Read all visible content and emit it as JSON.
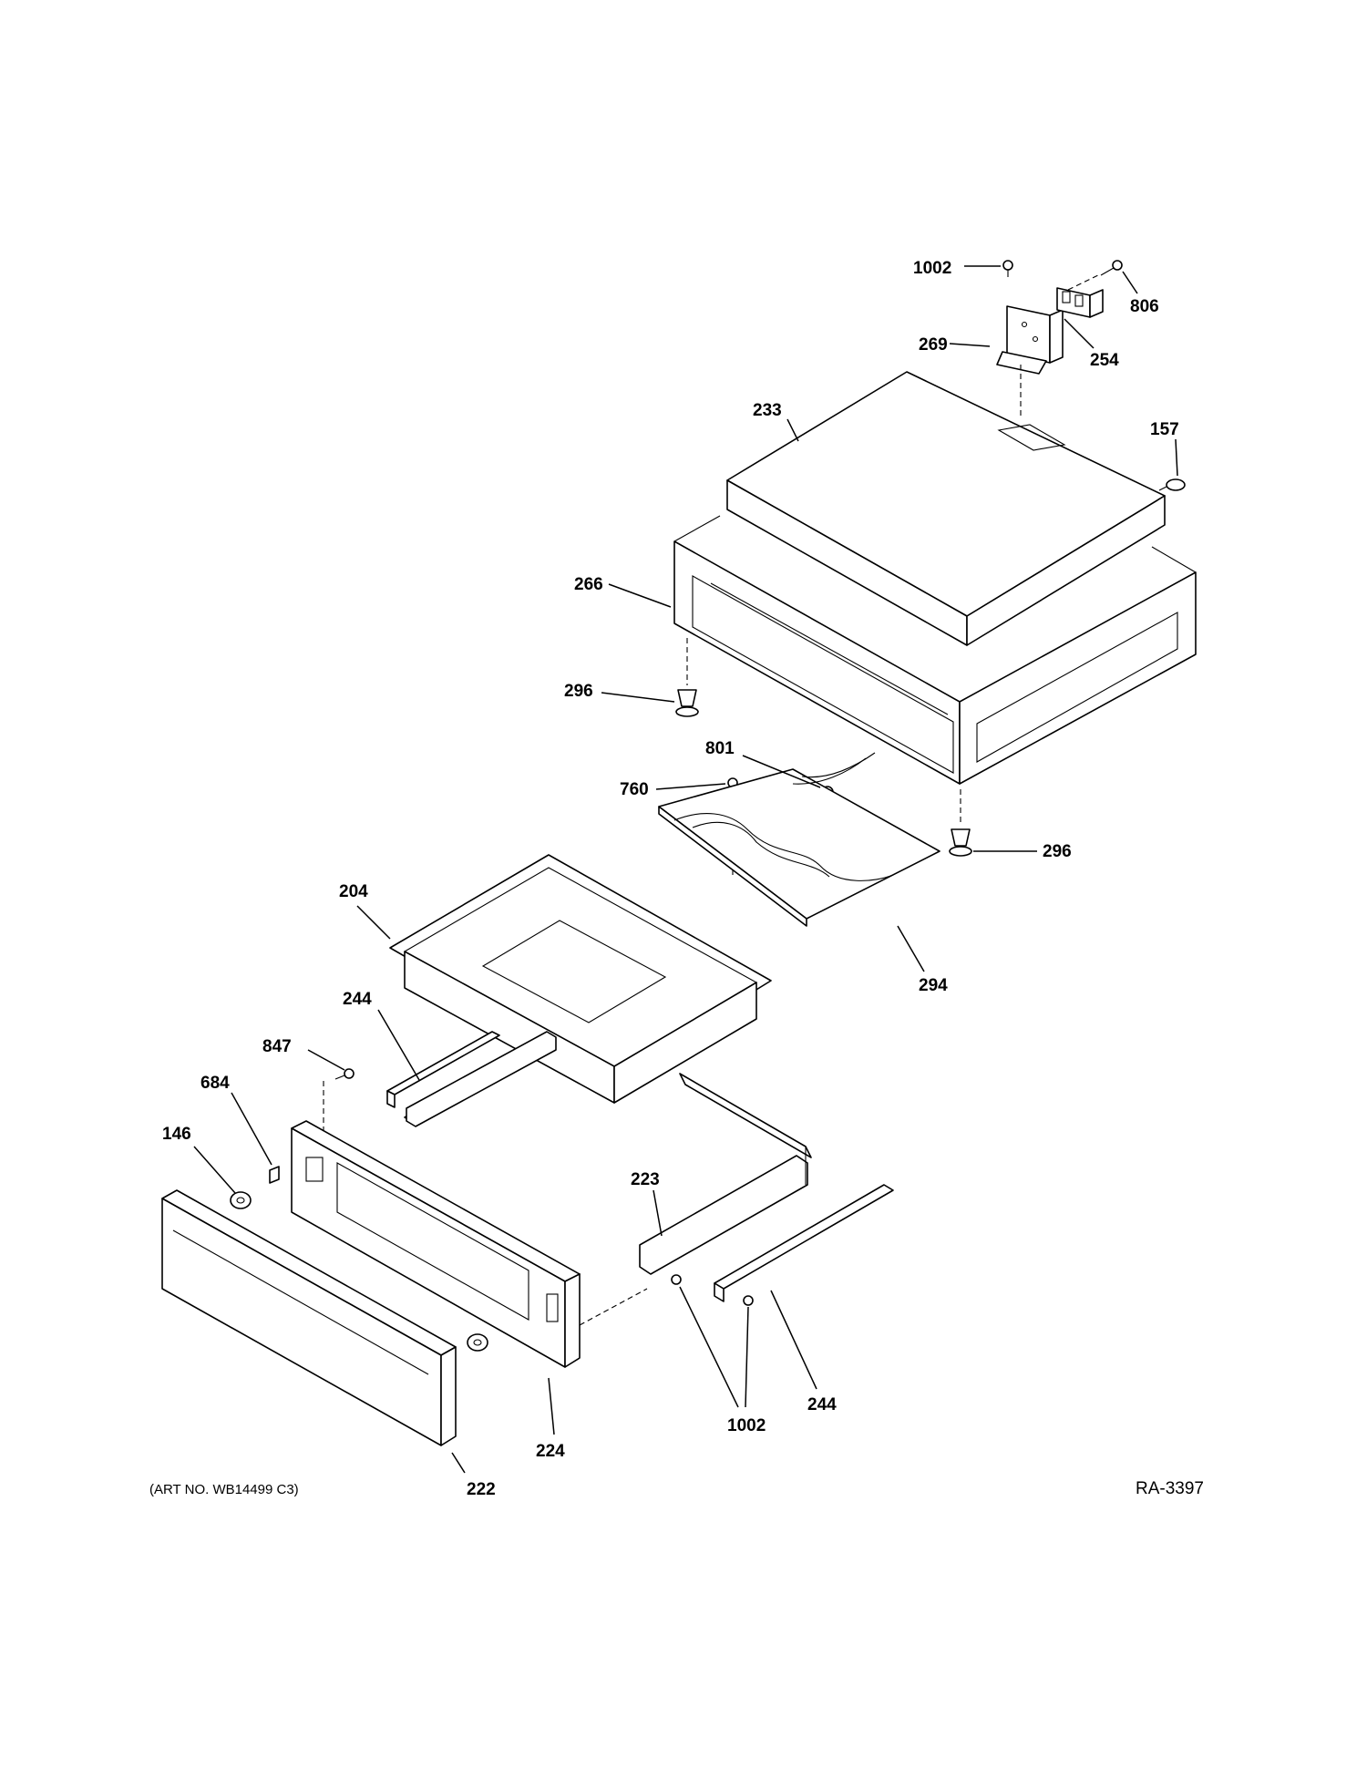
{
  "callouts": {
    "c1002_top": "1002",
    "c806": "806",
    "c269": "269",
    "c254": "254",
    "c233": "233",
    "c157": "157",
    "c266": "266",
    "c296_left": "296",
    "c801": "801",
    "c760": "760",
    "c296_right": "296",
    "c204": "204",
    "c294": "294",
    "c244_left": "244",
    "c847": "847",
    "c684": "684",
    "c146": "146",
    "c223": "223",
    "c1002_bottom": "1002",
    "c244_right": "244",
    "c224": "224",
    "c222": "222"
  },
  "footer": {
    "art_number": "(ART NO. WB14499 C3)",
    "reference": "RA-3397"
  }
}
